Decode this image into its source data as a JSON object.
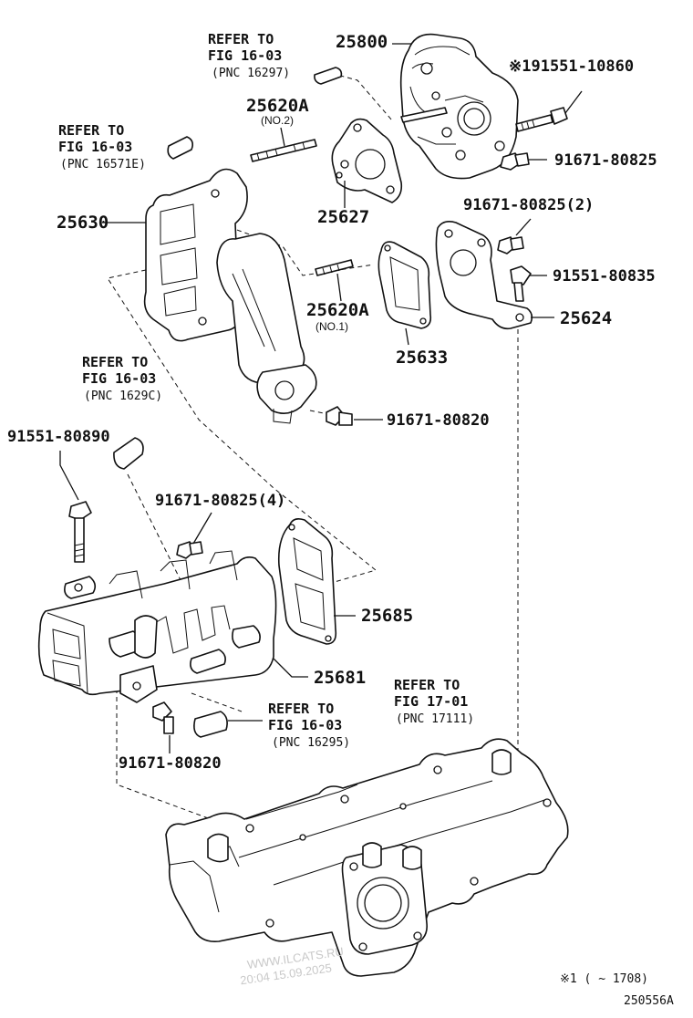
{
  "labels": {
    "p25800": "25800",
    "p91551_10860": "※191551-10860",
    "p91671_80825_a": "91671-80825",
    "p25620A_no2": "25620A",
    "no2": "(NO.2)",
    "p25627": "25627",
    "p91671_80825_2": "91671-80825(2)",
    "p25630": "25630",
    "p91551_80835": "91551-80835",
    "p25620A_no1": "25620A",
    "no1": "(NO.1)",
    "p25624": "25624",
    "p25633": "25633",
    "p91671_80820_a": "91671-80820",
    "p91551_80890": "91551-80890",
    "p91671_80825_4": "91671-80825(4)",
    "p25685": "25685",
    "p25681": "25681",
    "p91671_80820_b": "91671-80820"
  },
  "refers": {
    "r1": {
      "l1": "REFER TO",
      "l2": "FIG 16-03",
      "l3": "(PNC 16297)"
    },
    "r2": {
      "l1": "REFER TO",
      "l2": "FIG 16-03",
      "l3": "(PNC 16571E)"
    },
    "r3": {
      "l1": "REFER TO",
      "l2": "FIG 16-03",
      "l3": "(PNC 1629C)"
    },
    "r4": {
      "l1": "REFER TO",
      "l2": "FIG 16-03",
      "l3": "(PNC 16295)"
    },
    "r5": {
      "l1": "REFER TO",
      "l2": "FIG 17-01",
      "l3": "(PNC 17111)"
    }
  },
  "footnote": "※1 (      ~ 1708)",
  "figure_code": "250556A",
  "watermark": {
    "line1": "WWW.ILCATS.RU",
    "line2": "20:04 15.09.2025"
  }
}
